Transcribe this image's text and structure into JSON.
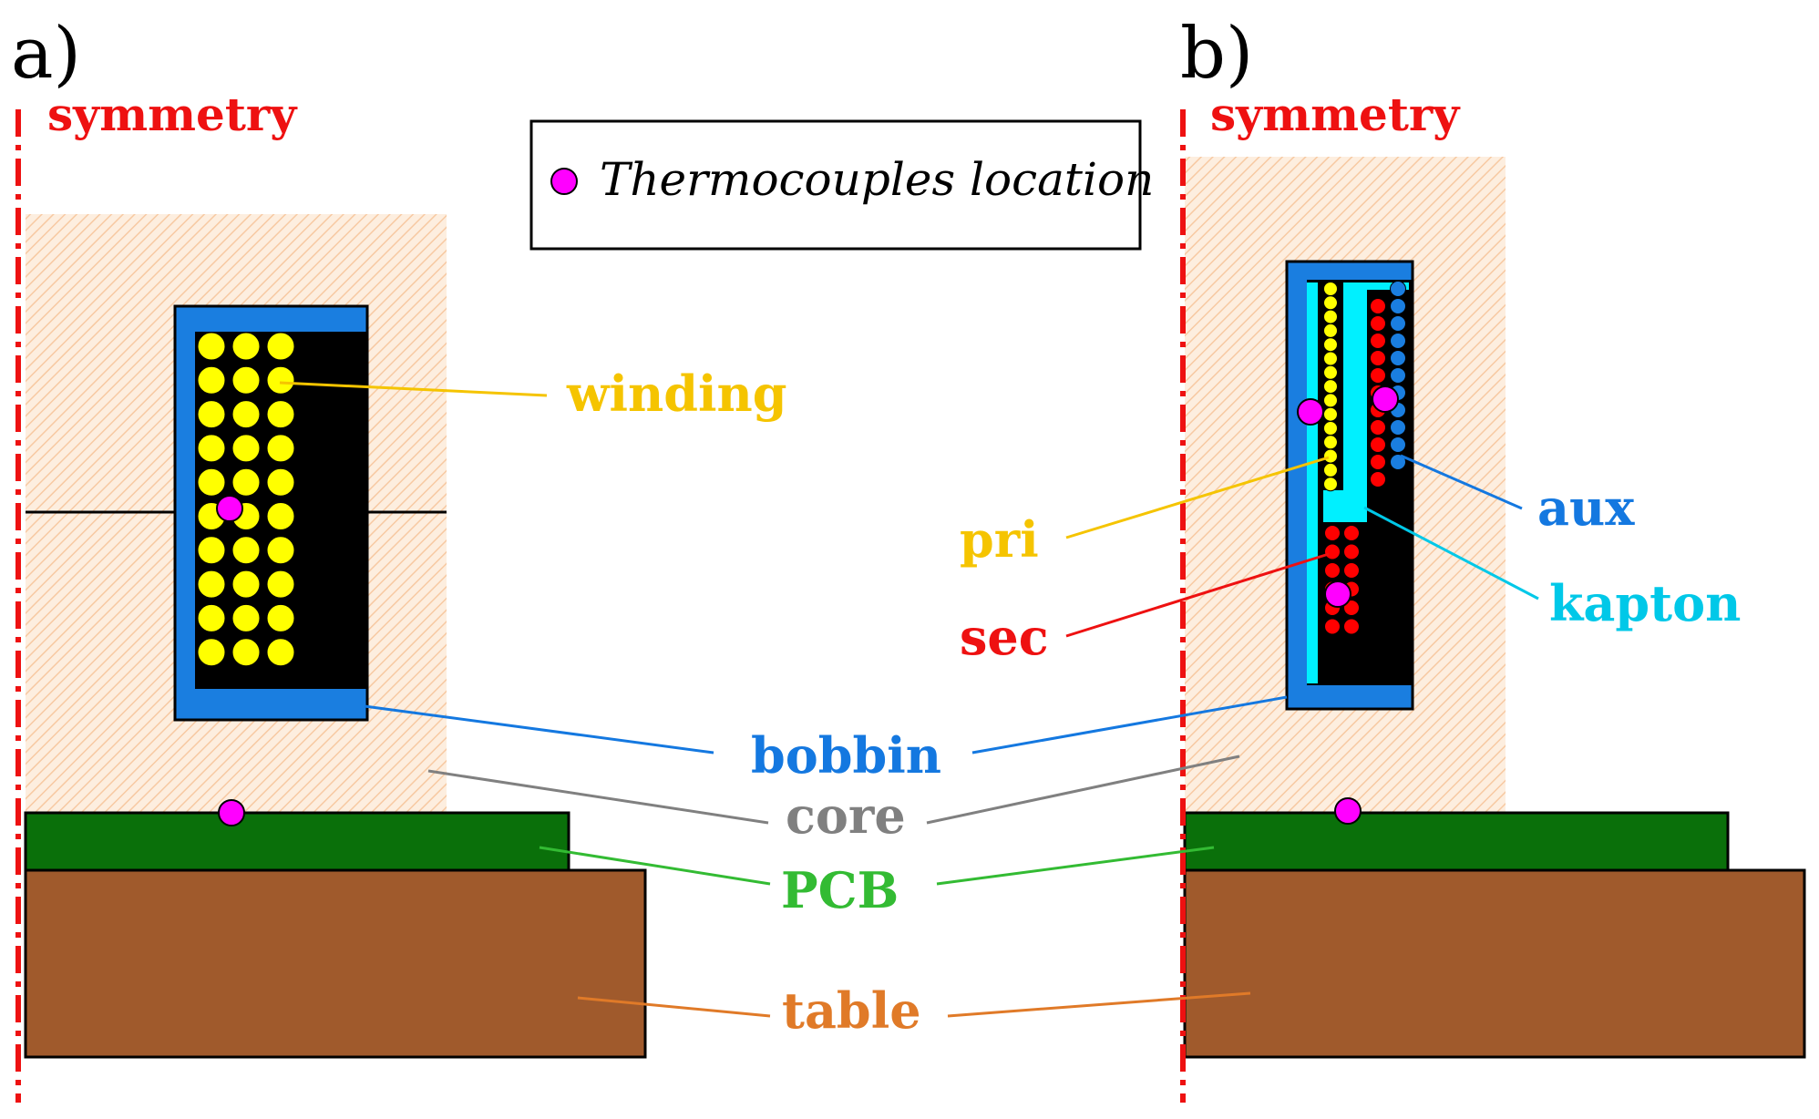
{
  "panels": [
    {
      "id": "a",
      "label": "a)",
      "symmetry_label": "symmetry"
    },
    {
      "id": "b",
      "label": "b)",
      "symmetry_label": "symmetry"
    }
  ],
  "legend": {
    "text": "Thermocouples location",
    "marker_color": "#ff00ff"
  },
  "labels": {
    "winding": "winding",
    "pri": "pri",
    "sec": "sec",
    "aux": "aux",
    "kapton": "kapton",
    "bobbin": "bobbin",
    "core": "core",
    "pcb": "PCB",
    "table": "table"
  },
  "colors": {
    "symmetry": "#ee1111",
    "winding": "#f5c400",
    "pri": "#f5c400",
    "sec": "#ee1111",
    "aux": "#1478e0",
    "kapton": "#00c8e8",
    "bobbin": "#1478e0",
    "core": "#808080",
    "pcb": "#33bb33",
    "table": "#e07a28",
    "core_fill": "#fde6d2",
    "pcb_fill": "#0a700a",
    "table_fill": "#a05a2c",
    "bobbin_fill": "#1a7ee0",
    "kapton_fill": "#00f0ff",
    "window_fill": "#000000",
    "yellow_conductor": "#ffff00",
    "red_conductor": "#ff0000",
    "blue_conductor": "#1a7ee0"
  }
}
